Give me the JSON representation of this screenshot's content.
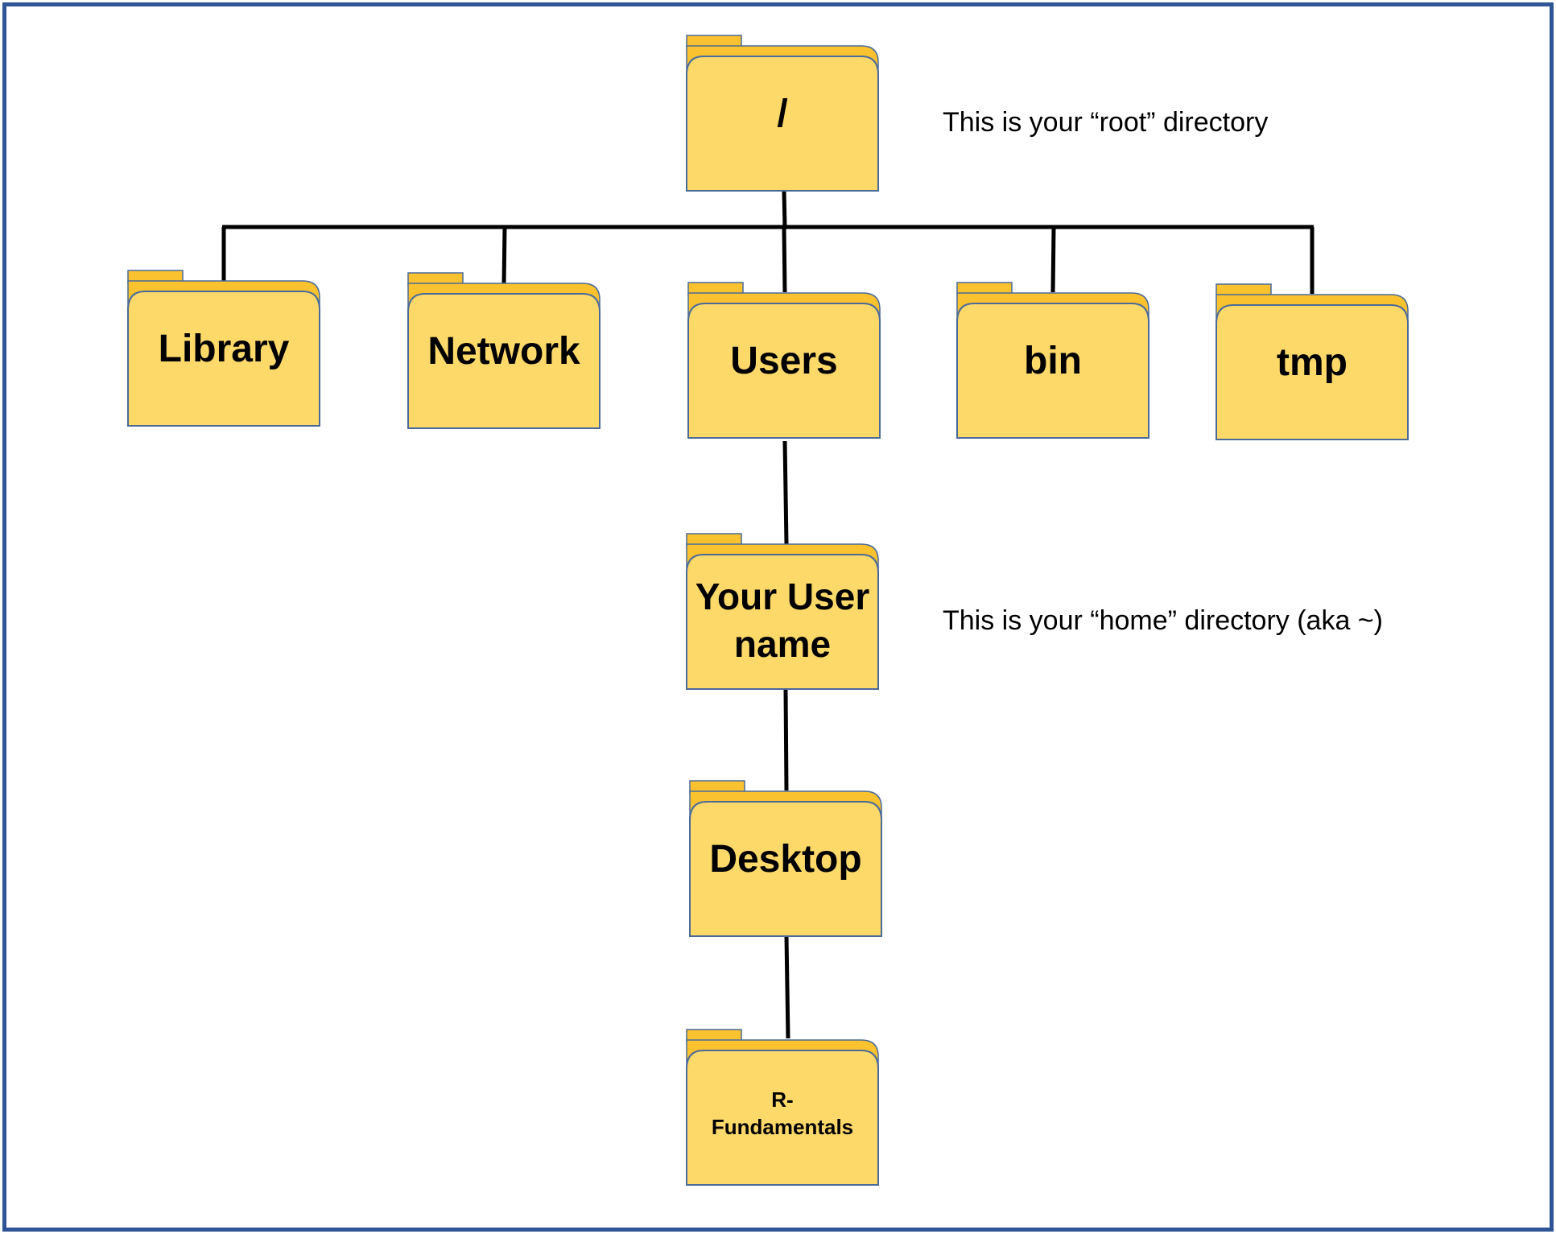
{
  "colors": {
    "border": "#2f5597",
    "folder_fill": "#fdd96a",
    "folder_tab": "#f9c22e",
    "folder_stroke": "#4a6a9a",
    "line": "#000000"
  },
  "folders": {
    "root": "/",
    "library": "Library",
    "network": "Network",
    "users": "Users",
    "bin": "bin",
    "tmp": "tmp",
    "user_line1": "Your User",
    "user_line2": "name",
    "desktop": "Desktop",
    "rfund_line1": "R-",
    "rfund_line2": "Fundamentals"
  },
  "annotations": {
    "root_note": "This is your “root” directory",
    "home_note": "This is your “home” directory (aka ~)"
  }
}
